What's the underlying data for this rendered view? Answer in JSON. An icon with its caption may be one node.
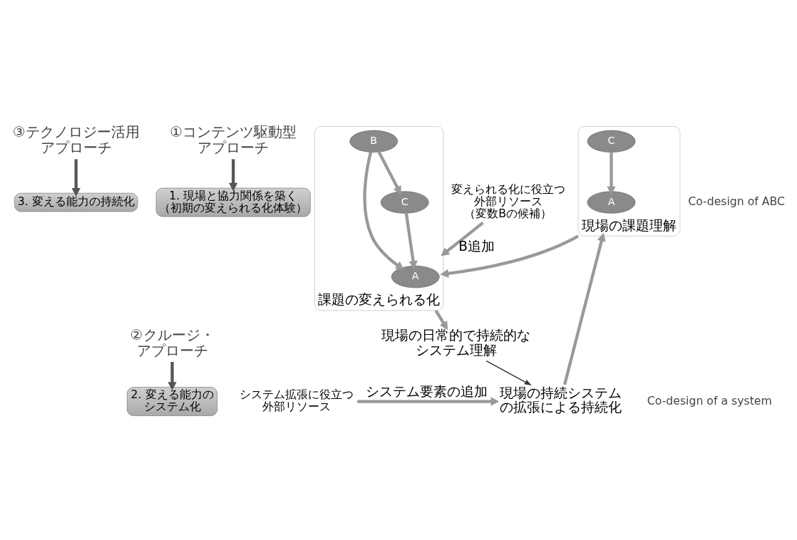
{
  "diagram": {
    "nodes": [
      {
        "text": [
          "③テクノロジー活用アプローチ"
        ]
      },
      {
        "text": [
          "3. 変える能力の持続化"
        ]
      },
      {
        "text": [
          "①コンテンツ駆動型アプローチ"
        ]
      },
      {
        "text": [
          "1. 現場と協力関係を築く（初期の変えられる化体験）"
        ]
      },
      {
        "text": [
          "②クルージ・アプローチ"
        ]
      },
      {
        "text": [
          "2. 変える能力のシステム化"
        ]
      },
      {
        "text": [
          "現場の課題理解"
        ]
      },
      {
        "text": [
          "A"
        ],
        "in": 6
      },
      {
        "text": [
          "C"
        ],
        "in": 6
      },
      {
        "text": [
          "課題の変えられる化"
        ]
      },
      {
        "text": [
          "A"
        ],
        "in": 9
      },
      {
        "text": [
          "B"
        ],
        "in": 9
      },
      {
        "text": [
          "C"
        ],
        "in": 9
      },
      {
        "text": [
          "現場の日常的で持続的なシステム理解"
        ]
      },
      {
        "text": [
          "現場の持続システムの拡張による持続化"
        ]
      },
      {
        "text": [
          "システム拡張に役立つ外部リソース"
        ]
      },
      {
        "text": [
          "変えられる化に役立つ外部リソース（変数Bの候補）"
        ]
      }
    ],
    "edges": [
      {
        "from": 0,
        "to": 1,
        "arrow": "to",
        "color": "#555555"
      },
      {
        "from": 2,
        "to": 3,
        "arrow": "to",
        "color": "#555555"
      },
      {
        "from": 4,
        "to": 5,
        "arrow": "to",
        "color": "#555555"
      },
      {
        "from": 8,
        "to": 7,
        "arrow": "to"
      },
      {
        "from": 11,
        "to": 10,
        "arrow": "to"
      },
      {
        "from": 12,
        "to": 10,
        "arrow": "to"
      },
      {
        "from": 11,
        "to": 12,
        "arrow": "to"
      },
      {
        "from": 6,
        "to": 9,
        "arrow": "to"
      },
      {
        "from": 9,
        "to": 13,
        "arrow": "to"
      },
      {
        "from": 13,
        "to": 14,
        "arrow": "to",
        "color": "#333333"
      },
      {
        "from": 14,
        "to": 6,
        "arrow": "to"
      },
      {
        "from": 15,
        "to": 14,
        "label": "システム要素の追加",
        "arrow": "to"
      },
      {
        "from": 16,
        "to": 9,
        "label": "B追加",
        "arrow": "to"
      }
    ],
    "labels": [
      "Co-design of a system",
      "Co-design of ABC"
    ]
  }
}
